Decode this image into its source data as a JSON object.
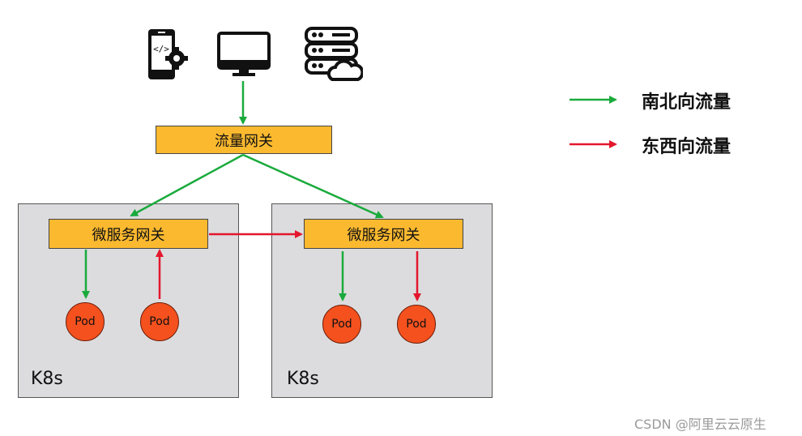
{
  "gateways": {
    "traffic": "流量网关",
    "micro_left": "微服务网关",
    "micro_right": "微服务网关"
  },
  "pods": [
    "Pod",
    "Pod",
    "Pod",
    "Pod"
  ],
  "clusters": [
    "K8s",
    "K8s"
  ],
  "legend": {
    "north_south": "南北向流量",
    "east_west": "东西向流量"
  },
  "colors": {
    "north_south": "#1aaa3c",
    "east_west": "#e3172d",
    "gateway": "#fbb92f",
    "pod": "#f4511e",
    "cluster": "#dcdcde"
  },
  "icons": [
    "mobile-dev-icon",
    "monitor-icon",
    "server-cloud-icon"
  ],
  "watermark": "CSDN @阿里云云原生"
}
